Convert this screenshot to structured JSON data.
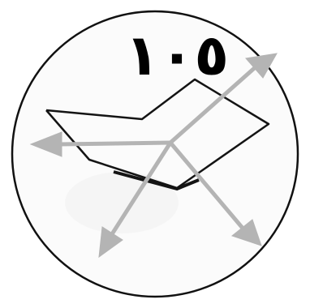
{
  "figure": {
    "label": "١٠٥",
    "label_color": "#000000",
    "circle_stroke_color": "#111111",
    "circle_fill_color": "#fbfbfb",
    "shape_stroke_color": "#141414",
    "arrow_color": "#b4b4b4",
    "arrows": [
      {
        "name": "arrow-up-right",
        "direction": "up-right"
      },
      {
        "name": "arrow-left",
        "direction": "left"
      },
      {
        "name": "arrow-down-left",
        "direction": "down-left"
      },
      {
        "name": "arrow-down-right",
        "direction": "down-right"
      }
    ]
  }
}
